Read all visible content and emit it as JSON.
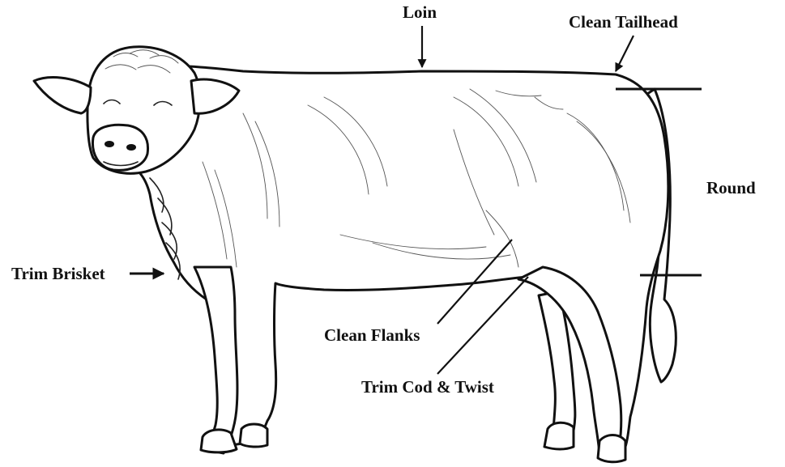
{
  "diagram": {
    "labels": {
      "loin": "Loin",
      "clean_tailhead": "Clean Tailhead",
      "round": "Round",
      "trim_brisket": "Trim Brisket",
      "clean_flanks": "Clean Flanks",
      "trim_cod_twist": "Trim Cod & Twist"
    },
    "colors": {
      "ink": "#111111",
      "background": "#ffffff"
    }
  }
}
